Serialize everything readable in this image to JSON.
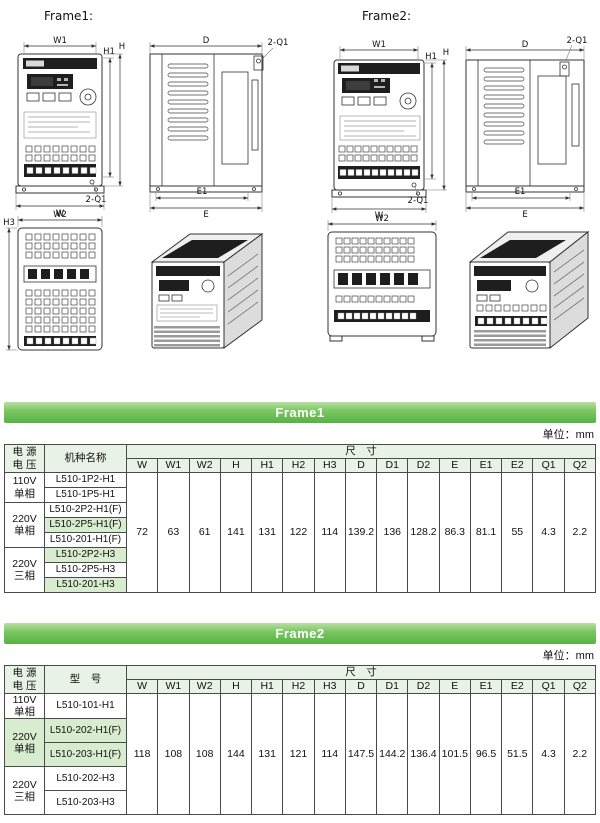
{
  "colors": {
    "title_bar_green": "#55b243",
    "row_highlight_green": "#d8edd0",
    "header_bg": "#e9f2e6"
  },
  "drawings": {
    "frame1_label": "Frame1:",
    "frame2_label": "Frame2:",
    "labels": {
      "w": "W",
      "w1": "W1",
      "w2": "W2",
      "h": "H",
      "h1": "H1",
      "h3": "H3",
      "d": "D",
      "e": "E",
      "e1": "E1",
      "q1": "2-Q1"
    }
  },
  "table1": {
    "title": "Frame1",
    "unit": "单位：mm",
    "header": {
      "voltage": "电 源\n电 压",
      "model": "机种名称",
      "dims": "尺　寸"
    },
    "dim_headers": [
      "W",
      "W1",
      "W2",
      "H",
      "H1",
      "H2",
      "H3",
      "D",
      "D1",
      "D2",
      "E",
      "E1",
      "E2",
      "Q1",
      "Q2"
    ],
    "groups": [
      {
        "voltage": "110V\n单相",
        "models": [
          "L510-1P2-H1",
          "L510-1P5-H1"
        ]
      },
      {
        "voltage": "220V\n单相",
        "models": [
          "L510-2P2-H1(F)",
          "L510-2P5-H1(F)",
          "L510-201-H1(F)"
        ]
      },
      {
        "voltage": "220V\n三相",
        "models": [
          "L510-2P2-H3",
          "L510-2P5-H3",
          "L510-201-H3"
        ]
      }
    ],
    "values": [
      "72",
      "63",
      "61",
      "141",
      "131",
      "122",
      "114",
      "139.2",
      "136",
      "128.2",
      "86.3",
      "81.1",
      "55",
      "4.3",
      "2.2"
    ]
  },
  "table2": {
    "title": "Frame2",
    "unit": "单位：mm",
    "header": {
      "voltage": "电 源\n电 压",
      "model": "型　号",
      "dims": "尺　寸"
    },
    "dim_headers": [
      "W",
      "W1",
      "W2",
      "H",
      "H1",
      "H2",
      "H3",
      "D",
      "D1",
      "D2",
      "E",
      "E1",
      "E2",
      "Q1",
      "Q2"
    ],
    "groups": [
      {
        "voltage": "110V\n单相",
        "models": [
          "L510-101-H1"
        ]
      },
      {
        "voltage": "220V\n单相",
        "models": [
          "L510-202-H1(F)",
          "L510-203-H1(F)"
        ]
      },
      {
        "voltage": "220V\n三相",
        "models": [
          "L510-202-H3",
          "L510-203-H3"
        ]
      }
    ],
    "values": [
      "118",
      "108",
      "108",
      "144",
      "131",
      "121",
      "114",
      "147.5",
      "144.2",
      "136.4",
      "101.5",
      "96.5",
      "51.5",
      "4.3",
      "2.2"
    ]
  }
}
